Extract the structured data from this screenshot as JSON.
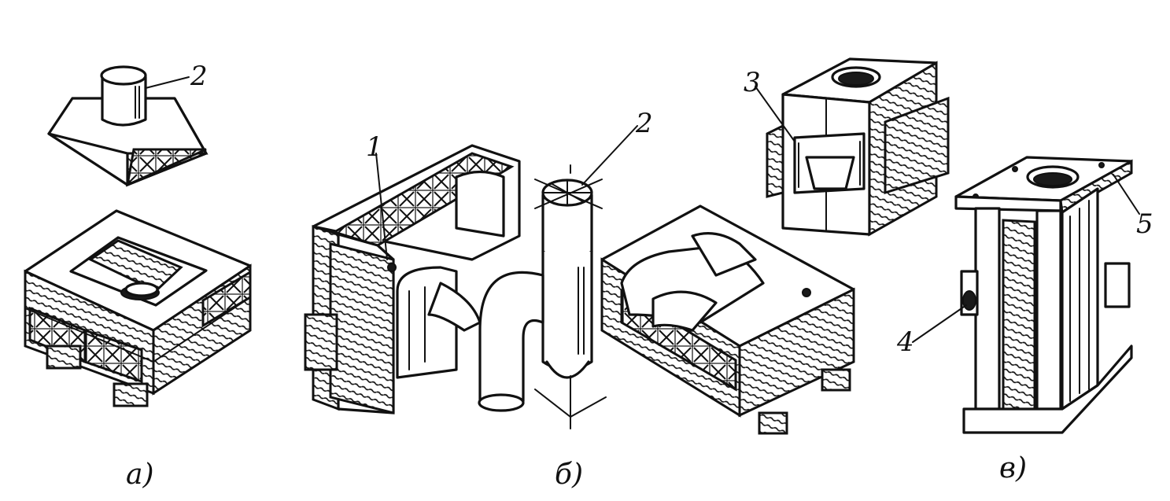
{
  "figure": {
    "parts": [
      {
        "id": "a",
        "caption": "а)",
        "labels": [
          "2"
        ]
      },
      {
        "id": "b",
        "caption": "б)",
        "labels": [
          "1",
          "2"
        ]
      },
      {
        "id": "v",
        "caption": "в)",
        "labels": [
          "3",
          "4",
          "5"
        ]
      }
    ]
  }
}
